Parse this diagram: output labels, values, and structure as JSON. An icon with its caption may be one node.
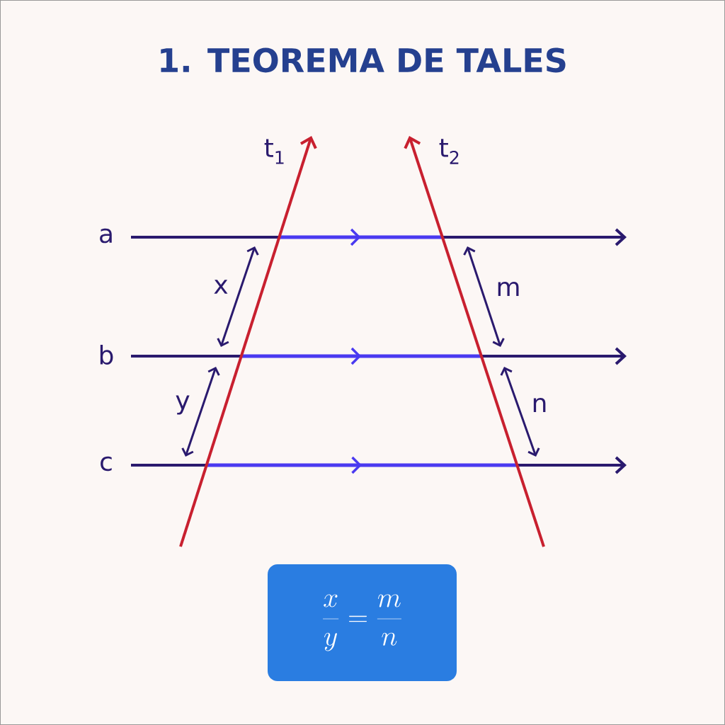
{
  "diagram": {
    "title": "1. TEOREMA DE TALES",
    "nodes": [
      {
        "text": [
          "\\frac{x}{y}=\\frac{m}{n}"
        ]
      }
    ],
    "labels": [
      "t$_{1}$",
      "t$_{2}$",
      "a",
      "x",
      "m",
      "b",
      "y",
      "n",
      "c"
    ]
  }
}
